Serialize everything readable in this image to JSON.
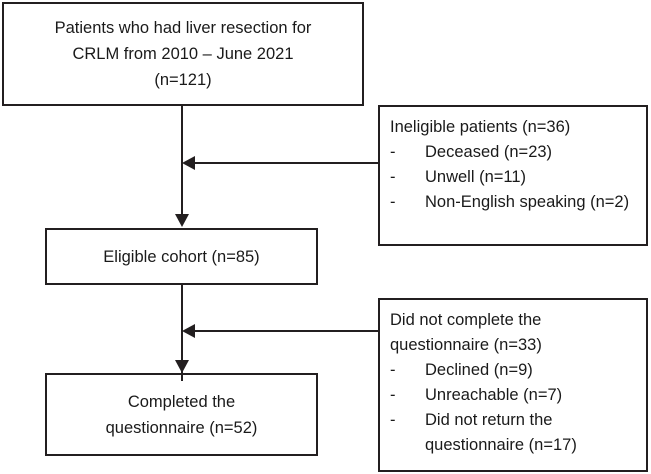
{
  "diagram": {
    "title": "CONSORT-style patient flow diagram",
    "stroke_color": "#231f20",
    "background_color": "#ffffff",
    "nodes": {
      "source_cohort": {
        "line1": "Patients who had liver resection for",
        "line2": "CRLM from 2010 – June 2021",
        "line3": "(n=121)"
      },
      "eligible_cohort": {
        "line1": "Eligible cohort (n=85)"
      },
      "completed": {
        "line1": "Completed the",
        "line2": "questionnaire (n=52)"
      },
      "ineligible": {
        "heading": "Ineligible patients (n=36)",
        "dash": "-",
        "items": [
          "Deceased (n=23)",
          "Unwell (n=11)",
          "Non-English speaking (n=2)"
        ]
      },
      "not_completed": {
        "heading_line1": "Did not complete the",
        "heading_line2": "questionnaire (n=33)",
        "dash": "-",
        "items": [
          "Declined (n=9)",
          "Unreachable (n=7)",
          "Did not return the questionnaire (n=17)"
        ]
      }
    },
    "edges": [
      {
        "name": "source-to-eligible",
        "label": ""
      },
      {
        "name": "ineligible-exclusion",
        "label": ""
      },
      {
        "name": "eligible-to-completed",
        "label": ""
      },
      {
        "name": "not-completed-exclusion",
        "label": ""
      }
    ]
  }
}
